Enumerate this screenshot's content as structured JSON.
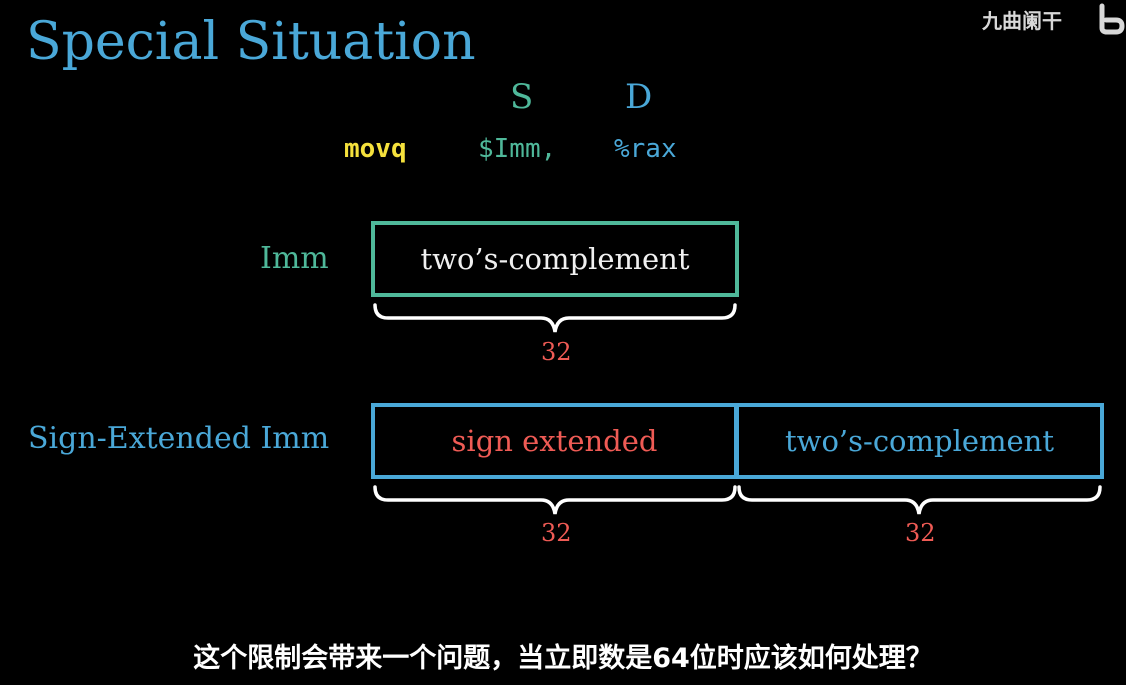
{
  "title": "Special Situation",
  "watermark": "九曲阑干",
  "operands": {
    "source_label": "S",
    "dest_label": "D"
  },
  "instruction": {
    "opcode": "movq",
    "source": "$Imm,",
    "dest": "%rax"
  },
  "imm_row": {
    "label": "Imm",
    "box_text": "two’s-complement",
    "width_label": "32"
  },
  "sign_extended_row": {
    "label": "Sign-Extended Imm",
    "left_box_text": "sign extended",
    "right_box_text": "two’s-complement",
    "left_width_label": "32",
    "right_width_label": "32"
  },
  "subtitle": "这个限制会带来一个问题，当立即数是64位时应该如何处理？",
  "colors": {
    "title": "#4aa8d8",
    "source": "#4fb89a",
    "dest": "#4aa8d8",
    "opcode": "#f5e13c",
    "highlight": "#ef5b55"
  }
}
